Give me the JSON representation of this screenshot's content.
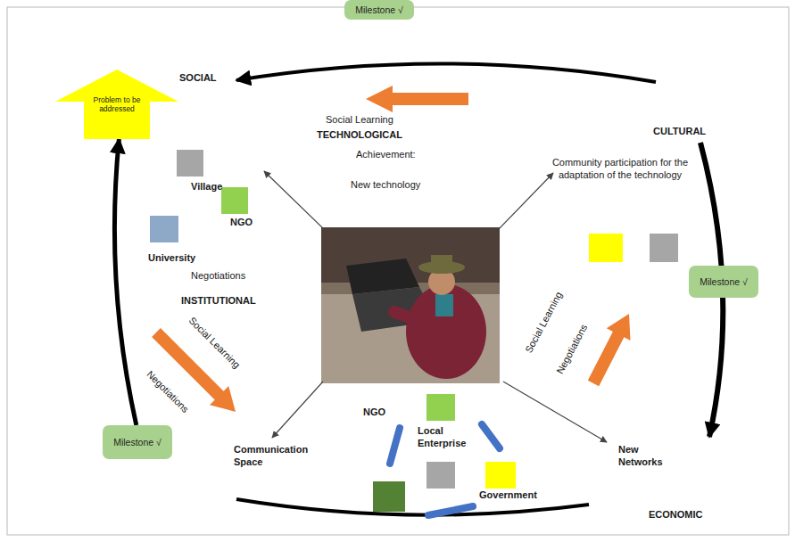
{
  "diagram": {
    "nodes": [
      {
        "text": [
          "Milestone √"
        ]
      },
      {
        "text": [
          "Problem to be addressed"
        ]
      },
      {
        "text": [
          "Milestone √"
        ]
      },
      {
        "text": [
          "Milestone √"
        ]
      }
    ],
    "edges": [
      {
        "from": 3,
        "to": 1,
        "arrow": "to"
      }
    ],
    "labels": [
      "SOCIAL",
      "Social Learning",
      "TECHNOLOGICAL",
      "CULTURAL",
      "Achievement:",
      "Community participation for the adaptation of the technology",
      "Village",
      "NGO",
      "New technology",
      "University",
      "Negotiations",
      "INSTITUTIONAL",
      "Social Learning",
      "Negotiations",
      "Social Learning",
      "Negotiations",
      "NGO",
      "Local Enterprise",
      "Communication Space",
      "New Networks",
      "Government",
      "ECONOMIC"
    ]
  }
}
